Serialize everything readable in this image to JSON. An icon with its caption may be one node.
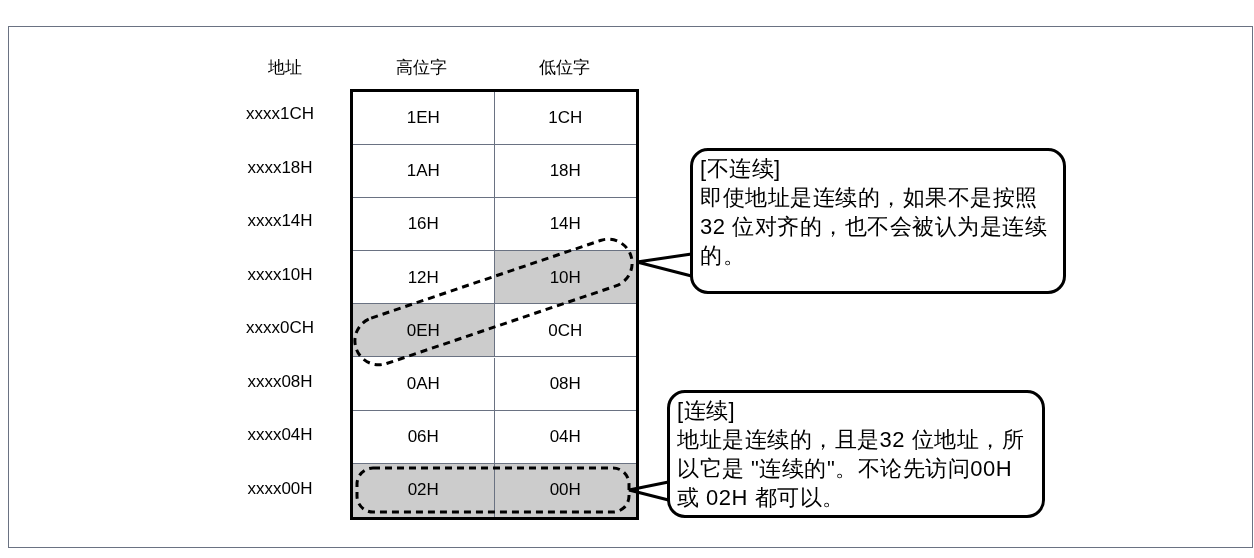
{
  "diagram": {
    "nodes": [
      {
        "text": [
          "[不连续]",
          "即使地址是连续的，如果不是按照32 位对齐的，也不会被认为是连续的。"
        ]
      },
      {
        "text": [],
        "shape": "ellipse"
      },
      {
        "text": [
          "[连续]",
          "地址是连续的，且是32 位地址，所以它是 \"连续的\"。不论先访问00H 或 02H 都可以。"
        ]
      },
      {
        "text": [],
        "shape": "box"
      }
    ],
    "edges": [
      {
        "from": 0,
        "to": 1,
        "arrow": "none"
      },
      {
        "from": 2,
        "to": 3,
        "arrow": "none"
      }
    ],
    "labels": [
      "地址",
      "高位字",
      "低位字",
      "xxxx1CH",
      "1EH",
      "1CH",
      "xxxx18H",
      "1AH",
      "18H",
      "xxxx14H",
      "16H",
      "14H",
      "xxxx10H",
      "12H",
      "10H",
      "xxxx0CH",
      "0EH",
      "0CH",
      "xxxx08H",
      "0AH",
      "08H",
      "xxxx04H",
      "06H",
      "04H",
      "xxxx00H",
      "02H",
      "00H"
    ]
  }
}
